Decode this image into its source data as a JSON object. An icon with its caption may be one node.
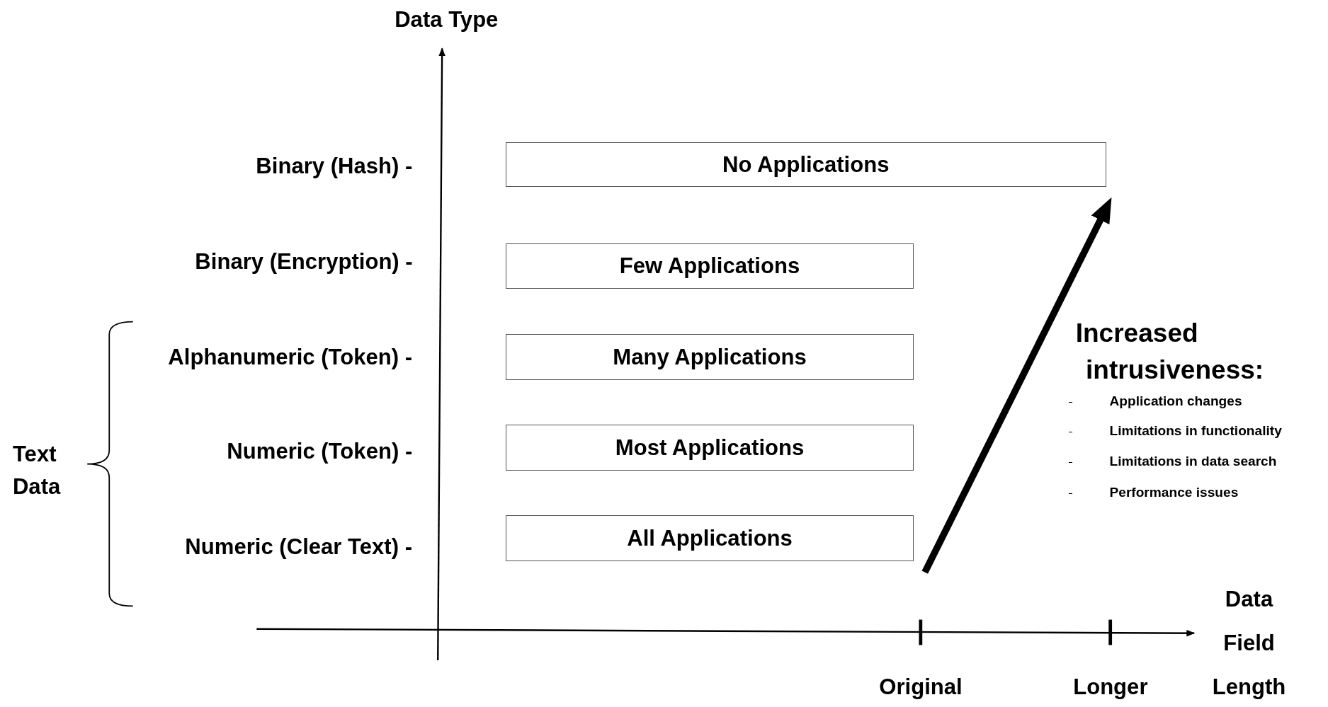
{
  "diagram": {
    "nodes": [
      {
        "text": [
          "No Applications"
        ]
      },
      {
        "text": [
          "Few Applications"
        ]
      },
      {
        "text": [
          "Many Applications"
        ]
      },
      {
        "text": [
          "Most Applications"
        ]
      },
      {
        "text": [
          "All Applications"
        ]
      }
    ],
    "edges": [],
    "labels": [
      "Data Type",
      "Binary (Hash) -",
      "Binary (Encryption) -",
      "Alphanumeric (Token) -",
      "Numeric (Token) -",
      "Numeric (Clear Text) -",
      "Text Data",
      "Increased intrusiveness:",
      "Application changes",
      "Limitations in functionality",
      "Limitations in data search",
      "Performance issues",
      "Data Field Length",
      "Original",
      "Longer"
    ]
  }
}
